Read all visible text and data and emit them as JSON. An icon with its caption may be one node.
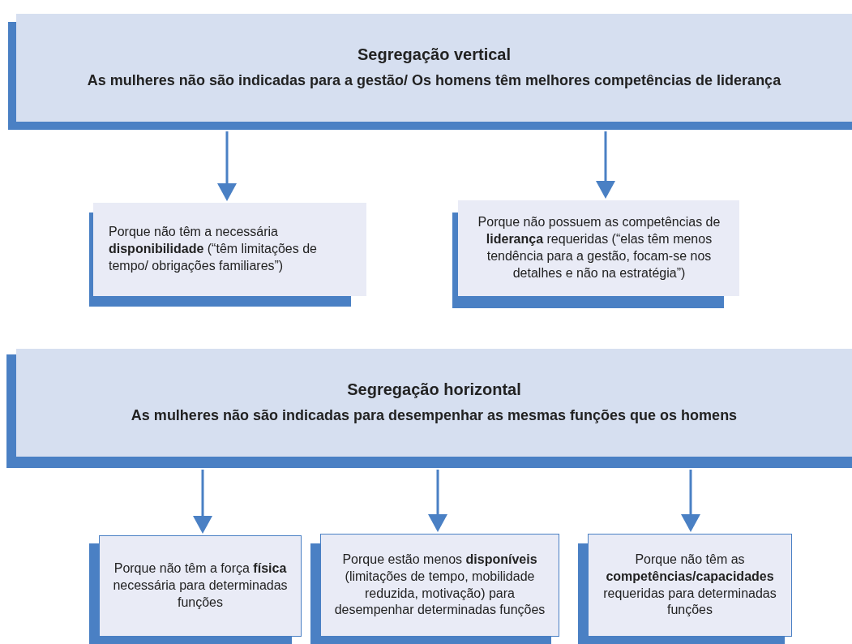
{
  "diagram": {
    "nodes": [
      {
        "text": [
          "Segregação vertical",
          "As mulheres não são indicadas para a gestão/ Os homens têm melhores competências de liderança"
        ]
      },
      {
        "text": [
          "Porque não têm a necessária **disponibilidade**  (“têm limitações de tempo/ obrigações familiares”)"
        ]
      },
      {
        "text": [
          "Porque não possuem as competências de **liderança** requeridas (“elas têm menos tendência para a gestão, focam-se nos detalhes e não na estratégia”)"
        ]
      },
      {
        "text": [
          "Segregação horizontal",
          "As mulheres não são indicadas para desempenhar as mesmas funções que os homens"
        ]
      },
      {
        "text": [
          "Porque não têm a força **física** necessária para determinadas funções"
        ]
      },
      {
        "text": [
          "Porque estão menos **disponíveis** (limitações de tempo, mobilidade reduzida, motivação) para desempenhar determinadas funções"
        ]
      },
      {
        "text": [
          "Porque não têm as **competências/capacidades** requeridas para determinadas funções"
        ]
      }
    ],
    "edges": [
      {
        "from": 0,
        "to": 1,
        "arrow": "to"
      },
      {
        "from": 0,
        "to": 2,
        "arrow": "to"
      },
      {
        "from": 3,
        "to": 4,
        "arrow": "to"
      },
      {
        "from": 3,
        "to": 5,
        "arrow": "to"
      },
      {
        "from": 3,
        "to": 6,
        "arrow": "to"
      }
    ]
  }
}
